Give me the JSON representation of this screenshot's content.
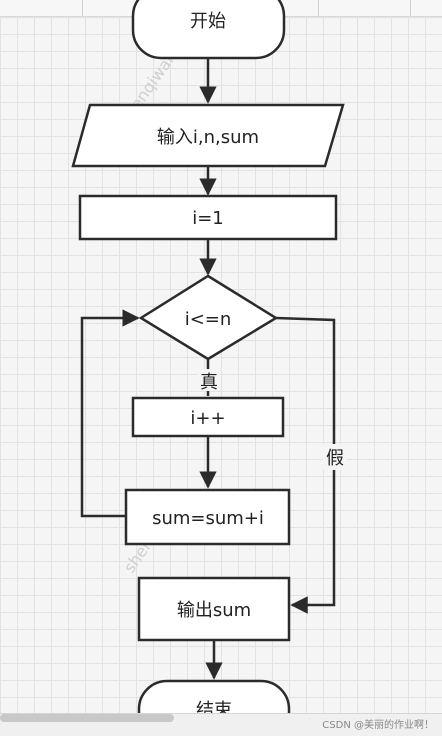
{
  "watermark": "shenqiwan",
  "nodes": {
    "start": "开始",
    "input": "输入i,n,sum",
    "init": "i=1",
    "condition": "i<=n",
    "increment": "i++",
    "sum_update": "sum=sum+i",
    "output": "输出sum",
    "end": "结束"
  },
  "edge_labels": {
    "true": "真",
    "false": "假"
  },
  "credit": "CSDN @美丽的作业啊！",
  "colors": {
    "stroke": "#2b2b2b",
    "fill": "#ffffff",
    "grid": "#e2e2e2"
  }
}
